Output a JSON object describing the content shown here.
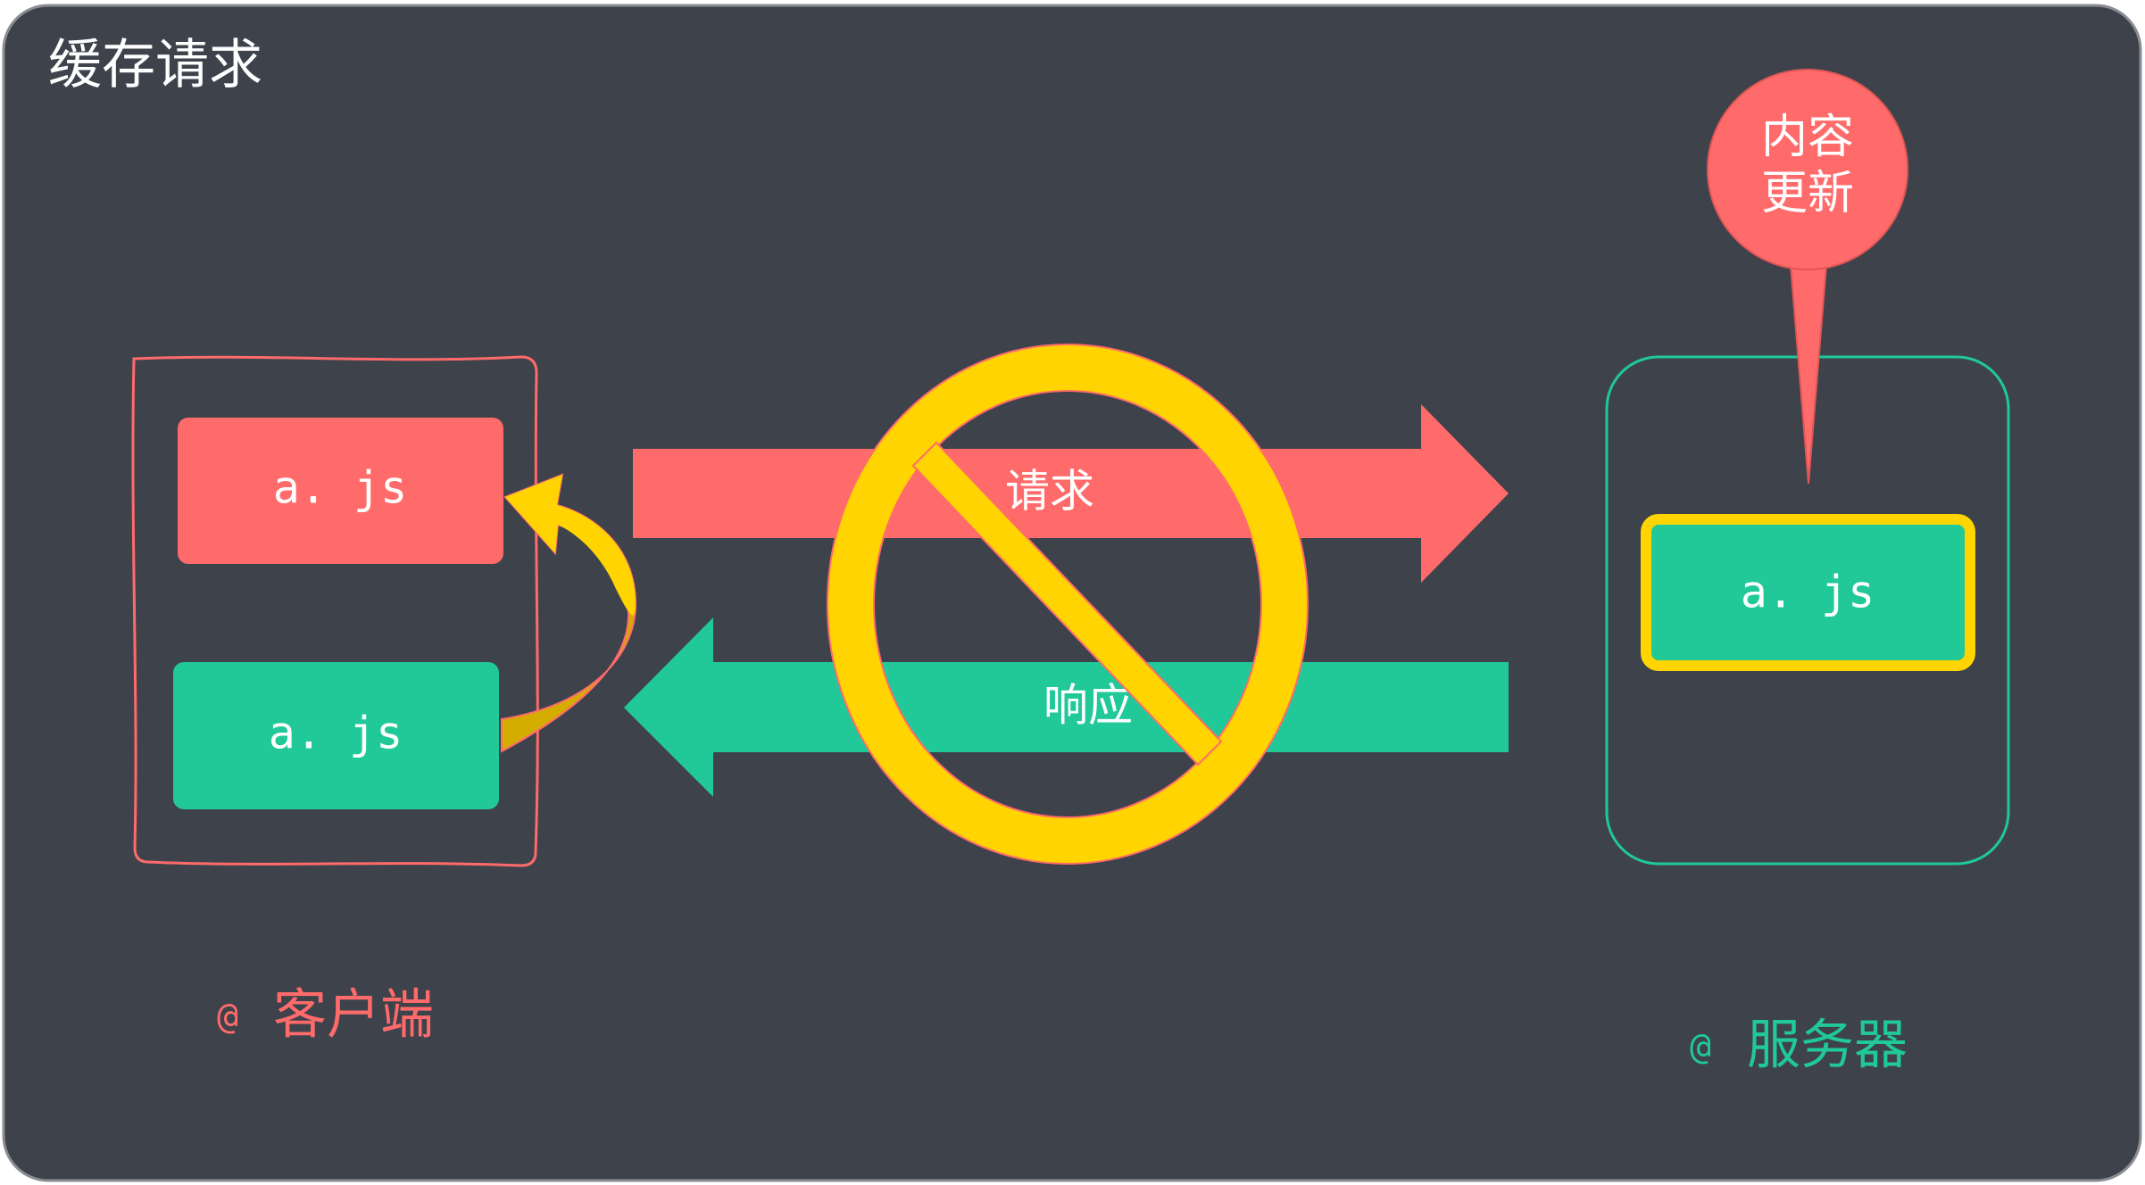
{
  "title": "缓存请求",
  "client": {
    "cached_file": "a. js",
    "local_file": "a. js",
    "label_at": "@",
    "label": "客户端"
  },
  "request": {
    "label": "请求"
  },
  "response": {
    "label": "响应"
  },
  "server": {
    "file": "a. js",
    "label_at": "@",
    "label": "服务器",
    "callout_line1": "内容",
    "callout_line2": "更新"
  },
  "colors": {
    "background": "#3e424b",
    "red": "#ff6b6b",
    "green": "#20c997",
    "yellow": "#ffd400",
    "white": "#ffffff"
  },
  "icons": {
    "prohibited": "no-entry-sign",
    "cache_return": "curved-arrow"
  }
}
